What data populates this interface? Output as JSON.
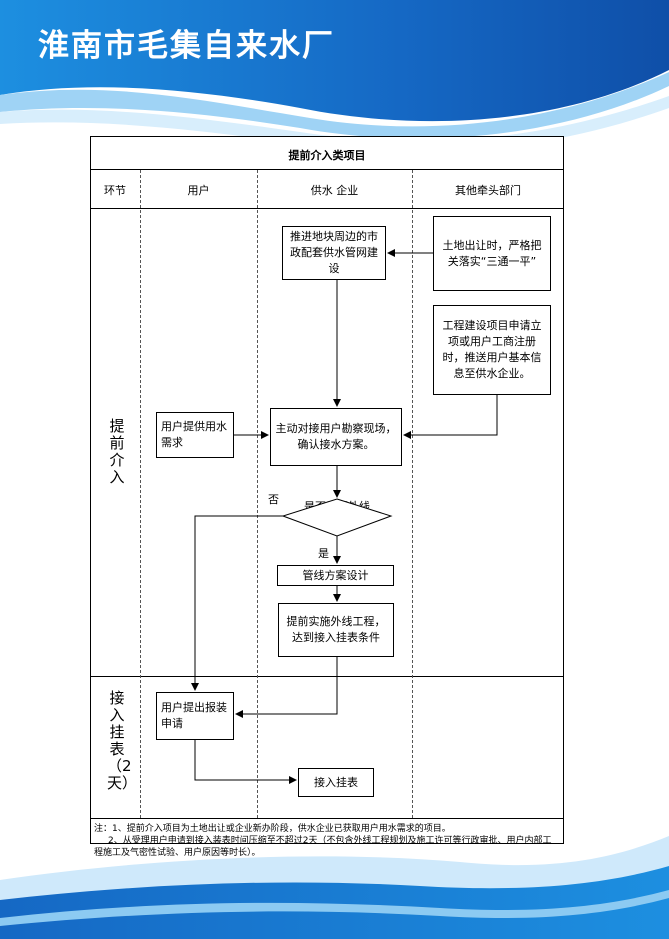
{
  "page_title": "淮南市毛集自来水厂",
  "table": {
    "title": "提前介入类项目",
    "headers": [
      "环节",
      "用户",
      "供水 企业",
      "其他牵头部门"
    ],
    "stage_1": "提前介入",
    "stage_2": "接入挂表（2天）"
  },
  "nodes": {
    "land": "土地出让时，严格把关落实“三通一平”",
    "municipal": "推进地块周边的市政配套供水管网建设",
    "project": "工程建设项目申请立项或用户工商注册时，推送用户基本信息至供水企业。",
    "user_demand": "用户提供用水需求",
    "survey": "主动对接用户勘察现场，确认接水方案。",
    "decision": "是否需要外线工程",
    "design": "管线方案设计",
    "construct": "提前实施外线工程，达到接入挂表条件",
    "apply": "用户提出报装申请",
    "connect": "接入挂表"
  },
  "branch": {
    "no": "否",
    "yes": "是"
  },
  "notes": {
    "line1": "注：1、提前介入项目为土地出让或企业新办阶段，供水企业已获取用户用水需求的项目。",
    "line2": "2、从受理用户申请到接入装表时间压缩至不超过2天（不包含外线工程规划及施工许可等行政审批、用户内部工程施工及气密性试验、用户原因等时长）。"
  },
  "colors": {
    "banner_blue": "#1a73c8",
    "banner_light": "#7fc4ef"
  }
}
